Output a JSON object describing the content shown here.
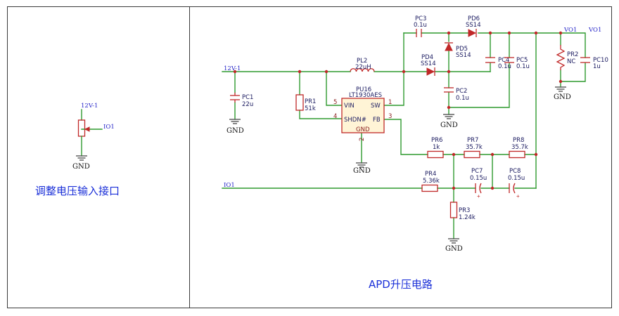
{
  "titles": {
    "left": "调整电压输入接口",
    "right": "APD升压电路"
  },
  "left_panel": {
    "net_top": "12V-1",
    "net_out": "IO1",
    "gnd": "GND"
  },
  "nets": {
    "vin": "12V-1",
    "io1": "IO1",
    "vo1_a": "VO1",
    "vo1_b": "VO1",
    "gnd": "GND"
  },
  "ic": {
    "ref": "PU16",
    "part": "LT1930AES",
    "pin_vin": "VIN",
    "pin_sw": "SW",
    "pin_shdn": "SHDN#",
    "pin_fb": "FB",
    "pin_gnd": "GND",
    "num_vin": "5",
    "num_sw": "1",
    "num_shdn": "4",
    "num_fb": "3",
    "num_gnd": "2"
  },
  "components": {
    "pc1": {
      "ref": "PC1",
      "value": "22u"
    },
    "pr1": {
      "ref": "PR1",
      "value": "51k"
    },
    "pl2": {
      "ref": "PL2",
      "value": "22uH"
    },
    "pc3": {
      "ref": "PC3",
      "value": "0.1u"
    },
    "pd6": {
      "ref": "PD6",
      "value": "SS14"
    },
    "pd5": {
      "ref": "PD5",
      "value": "SS14"
    },
    "pd4": {
      "ref": "PD4",
      "value": "SS14"
    },
    "pc4": {
      "ref": "PC4",
      "value": "0.1u"
    },
    "pc5": {
      "ref": "PC5",
      "value": "0.1u"
    },
    "pc2": {
      "ref": "PC2",
      "value": "0.1u"
    },
    "pr2": {
      "ref": "PR2",
      "value": "NC"
    },
    "pc10": {
      "ref": "PC10",
      "value": "1u"
    },
    "pr6": {
      "ref": "PR6",
      "value": "1k"
    },
    "pr7": {
      "ref": "PR7",
      "value": "35.7k"
    },
    "pr8": {
      "ref": "PR8",
      "value": "35.7k"
    },
    "pr4": {
      "ref": "PR4",
      "value": "5.36k"
    },
    "pc7": {
      "ref": "PC7",
      "value": "0.15u"
    },
    "pc8": {
      "ref": "PC8",
      "value": "0.15u"
    },
    "pr3": {
      "ref": "PR3",
      "value": "1.24k"
    }
  }
}
